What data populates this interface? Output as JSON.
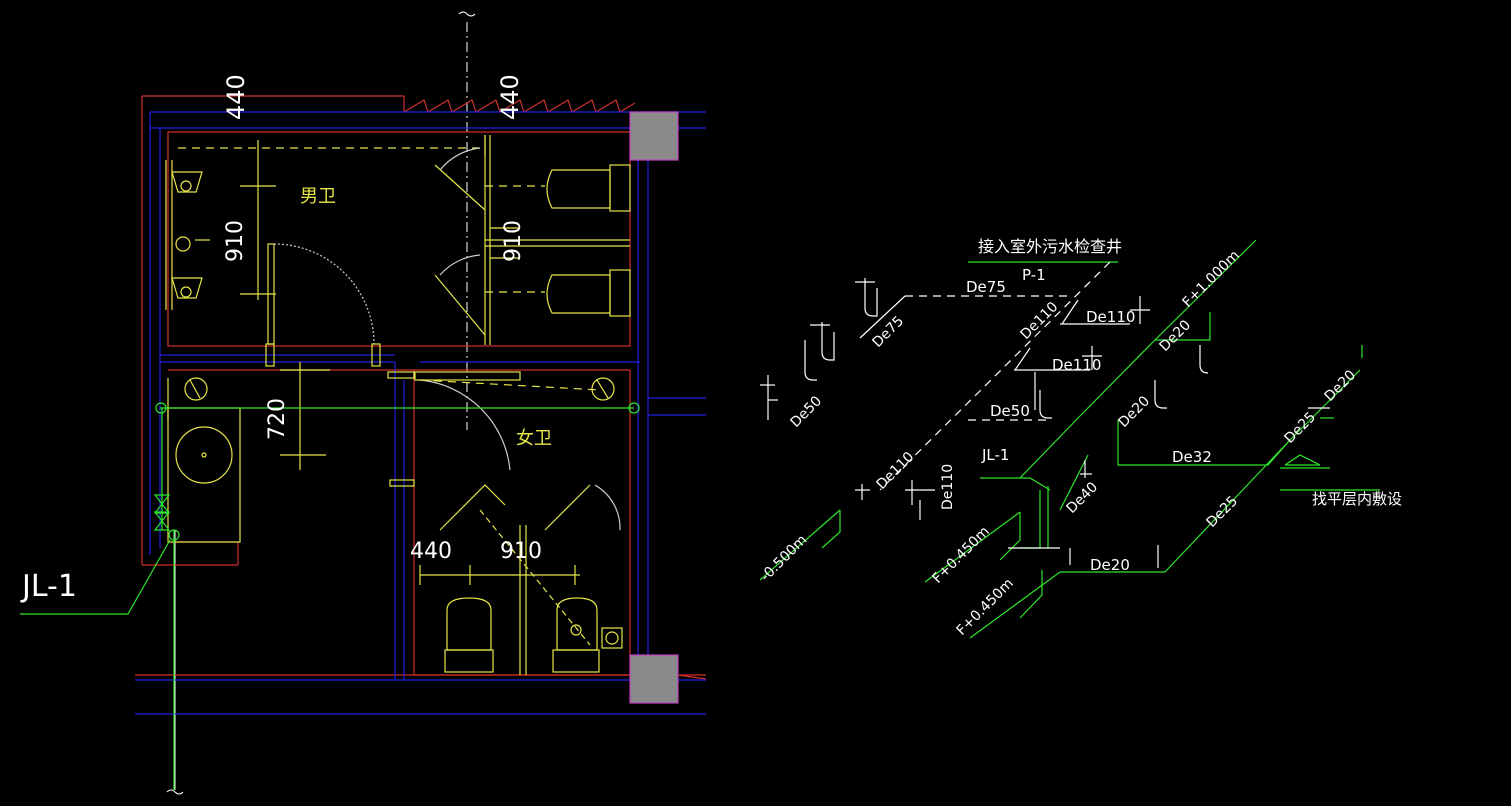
{
  "colors": {
    "background": "#000000",
    "wall_red": "#d0302a",
    "wall_blue": "#2020e0",
    "green_pipe": "#2ee62e",
    "yellow_fixture": "#e6e64a",
    "white_text": "#ffffff",
    "column_fill": "#8a8a8a",
    "column_edge": "#c040c0"
  },
  "plan": {
    "dimensions": {
      "top_left": "440",
      "top_right": "440",
      "men_left": "910",
      "men_right": "910",
      "mid_left": "720",
      "women_a": "440",
      "women_b": "910"
    },
    "rooms": {
      "men": "男卫",
      "women": "女卫"
    },
    "riser_label": "JL-1"
  },
  "isometric": {
    "header": "接入室外污水检查井",
    "pipe_id": "P-1",
    "riser": "JL-1",
    "note": "找平层内敷设",
    "elevations": {
      "drain_out": "-0.500m",
      "upper_floor": "F+1.000m",
      "floor_a": "F+0.450m",
      "floor_b": "F+0.450m"
    },
    "sizes": {
      "de75": "De75",
      "de110_a": "De110",
      "de110_b": "De110",
      "de110_c": "De110",
      "de110_d": "De110",
      "de110_e": "De110",
      "de75_b": "De75",
      "de50_a": "De50",
      "de50_b": "De50",
      "de40": "De40",
      "de20_a": "De20",
      "de20_b": "De20",
      "de20_c": "De20",
      "de20_d": "De20",
      "de32": "De32",
      "de25_a": "De25",
      "de25_b": "De25"
    }
  }
}
